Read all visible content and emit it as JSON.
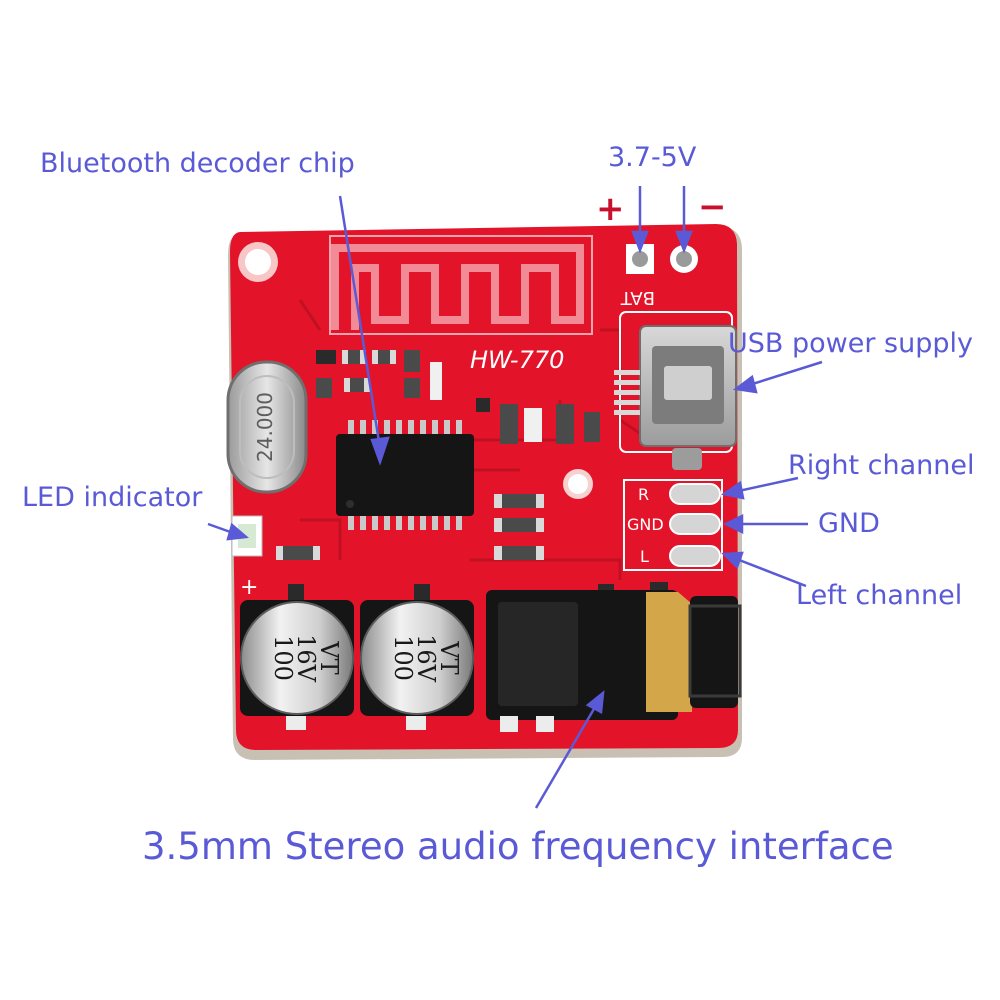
{
  "callouts": {
    "chip": "Bluetooth  decoder  chip",
    "voltage": "3.7-5V",
    "usb": "USB power supply",
    "right": "Right channel",
    "gnd": "GND",
    "left": "Left channel",
    "led": "LED indicator",
    "jack": "3.5mm Stereo audio frequency interface"
  },
  "polarity": {
    "plus": "+",
    "minus": "−"
  },
  "board": {
    "model": "HW-770",
    "bat": "BAT",
    "crystal": "24.000",
    "cap_text": [
      "100",
      "16V",
      "VT"
    ],
    "pad_labels": {
      "r": "R",
      "gnd": "GND",
      "l": "L"
    },
    "silk_plus": "+"
  },
  "colors": {
    "callout": "#5a5ad6",
    "pcb": "#e3142a",
    "pcb_dark": "#b80f20",
    "polarity": "#c8102e",
    "gold": "#d4a64a"
  }
}
